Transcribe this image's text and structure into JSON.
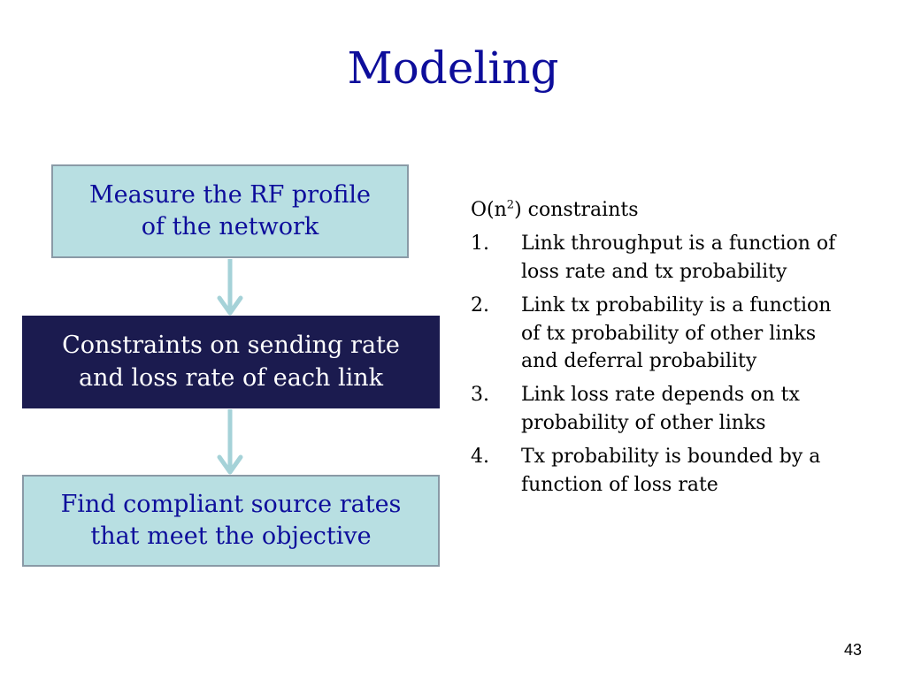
{
  "slide": {
    "title": "Modeling",
    "page_number": "43"
  },
  "flow": {
    "steps": [
      {
        "lines": [
          "Measure the RF profile",
          "of the network"
        ]
      },
      {
        "lines": [
          "Constraints on sending rate",
          "and loss rate of each link"
        ]
      },
      {
        "lines": [
          "Find compliant source rates",
          "that meet the objective"
        ]
      }
    ],
    "arrow_color": "#a5d2d8"
  },
  "notes": {
    "intro_prefix": "O(n",
    "intro_sup": "2",
    "intro_suffix": ") constraints",
    "items": [
      {
        "num": "1.",
        "lines": [
          "Link throughput is a function of",
          "loss rate and  tx probability"
        ]
      },
      {
        "num": "2.",
        "lines": [
          "Link tx probability is a function",
          "of  tx probability of other links",
          "and deferral probability"
        ]
      },
      {
        "num": "3.",
        "lines": [
          "Link loss rate depends on tx",
          "probability of other links"
        ]
      },
      {
        "num": "4.",
        "lines": [
          "Tx probability is bounded by a",
          "function of loss rate"
        ]
      }
    ]
  },
  "colors": {
    "title": "#0d0d9b",
    "light_box": "#b8dfe2",
    "dark_box": "#1b1b4f"
  }
}
